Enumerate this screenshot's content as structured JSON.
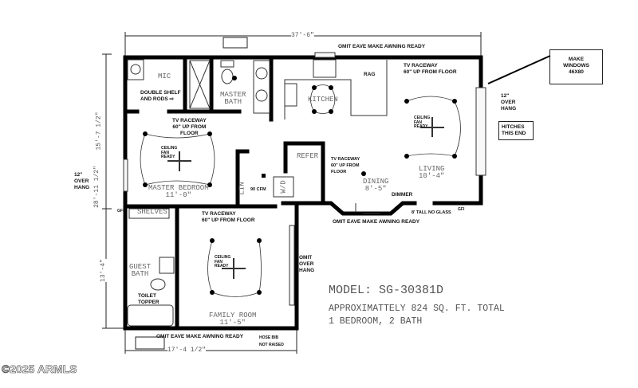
{
  "dimensions": {
    "overall_length": "37'-6\"",
    "overall_width": "28'-11 1/2\"",
    "upper_left": "15'-7 1/2\"",
    "lower_left": "13'-4\"",
    "lower_width": "17'-4 1/2\""
  },
  "rooms": {
    "mic": "MIC",
    "master_bath": "MASTER\nBATH",
    "kitchen": "KITCHEN",
    "master_bedroom": "MASTER BEDROOM\n11'-0\"",
    "lin": "LIN",
    "refer": "REFER",
    "wd": "W/D",
    "dining": "DINING\n8'-5\"",
    "living": "LIVING\n10'-4\"",
    "shelves": "SHELVES",
    "guest_bath": "GUEST\nBATH",
    "family_room": "FAMILY ROOM\n11'-5\""
  },
  "notes": {
    "omit_eave_top": "OMIT EAVE MAKE AWNING READY",
    "omit_eave_mid": "OMIT EAVE MAKE AWNING READY",
    "omit_eave_bottom": "OMIT EAVE MAKE AWNING READY",
    "rag": "RAG",
    "tv_raceway_living": "TV RACEWAY\n60\" UP FROM FLOOR",
    "tv_raceway_bedroom": "TV RACEWAY\n60\" UP FROM\nFLOOR",
    "tv_raceway_dining": "TV RACEWAY\n60\" UP FROM\nFLOOR",
    "tv_raceway_family": "TV RACEWAY\n60\" UP FROM FLOOR",
    "double_shelf": "DOUBLE SHELF\nAND RODS ⇨",
    "ceiling_fan": "CEILING\nFAN\nREADY",
    "cfm": "90 CFM",
    "dimmer": "DIMMER",
    "tall_no_glass": "8' TALL NO GLASS",
    "gfi": "GFI",
    "make_windows": "MAKE\nWINDOWS\n46X80",
    "overhang_right": "12\"\nOVER\nHANG",
    "overhang_left": "12\"\nOVER\nHANG",
    "hitches": "HITCHES\nTHIS END",
    "omit_overhang": "OMIT\nOVER\nHANG",
    "toilet_topper": "TOILET\nTOPPER",
    "hose_bib": "HOSE BIB\nNOT RAISED"
  },
  "model": {
    "name": "MODEL: SG-30381D",
    "area": "APPROXIMATTELY 824 SQ. FT. TOTAL",
    "beds_baths": "1 BEDROOM, 2 BATH"
  },
  "watermark": "©2025 ARMLS"
}
